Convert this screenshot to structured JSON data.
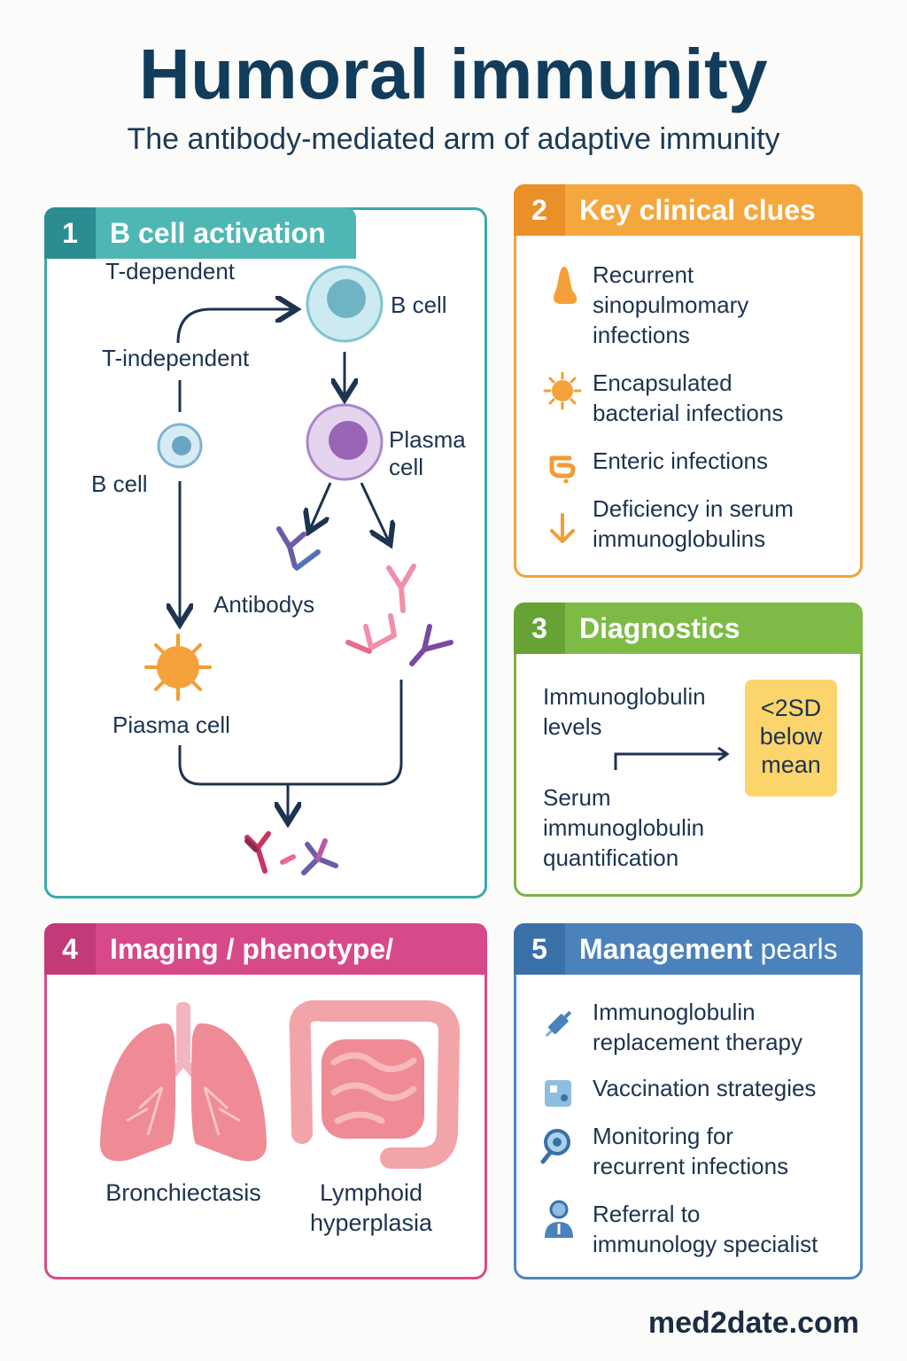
{
  "title": "Humoral immunity",
  "subtitle": "The antibody-mediated arm of adaptive immunity",
  "panel1": {
    "number": "1",
    "heading": "B cell activation",
    "t_dependent": "T-dependent",
    "t_independent": "T-independent",
    "b_cell_top": "B cell",
    "plasma_cell": "Plasma\ncell",
    "b_cell_left": "B cell",
    "antibodys": "Antibodys",
    "piasma_cell": "Piasma cell",
    "color": "#3aa9ab"
  },
  "panel2": {
    "number": "2",
    "heading": "Key clinical clues",
    "color": "#f2a23a",
    "items": [
      {
        "icon": "nose-icon",
        "text": "Recurrent\nsinopulmomary\ninfections"
      },
      {
        "icon": "bacteria-icon",
        "text": "Encapsulated\nbacterial infections"
      },
      {
        "icon": "intestine-icon",
        "text": "Enteric infections"
      },
      {
        "icon": "down-arrow-icon",
        "text": "Deficiency in serum\nimmunoglobulins"
      }
    ]
  },
  "panel3": {
    "number": "3",
    "heading": "Diagnostics",
    "color": "#7cb342",
    "levels": "Immunoglobulin\nlevels",
    "quant": "Serum\nimmunoglobulin\nquantification",
    "result": "<2SD\nbelow\nmean"
  },
  "panel4": {
    "number": "4",
    "heading": "Imaging / phenotype/",
    "color": "#d94b87",
    "lungs": "Bronchiectasis",
    "gut": "Lymphoid\nhyperplasia"
  },
  "panel5": {
    "number": "5",
    "heading_main": "Management",
    "heading_rest": "pearls",
    "color": "#4f86bd",
    "items": [
      {
        "icon": "syringe-icon",
        "text": "Immunoglobulin\nreplacement therapy"
      },
      {
        "icon": "vaccine-icon",
        "text": "Vaccination strategies"
      },
      {
        "icon": "magnifier-icon",
        "text": "Monitoring for\nrecurrent infections"
      },
      {
        "icon": "doctor-icon",
        "text": "Referral to\nimmunology  specialist"
      }
    ]
  },
  "footer": "med2date.com"
}
